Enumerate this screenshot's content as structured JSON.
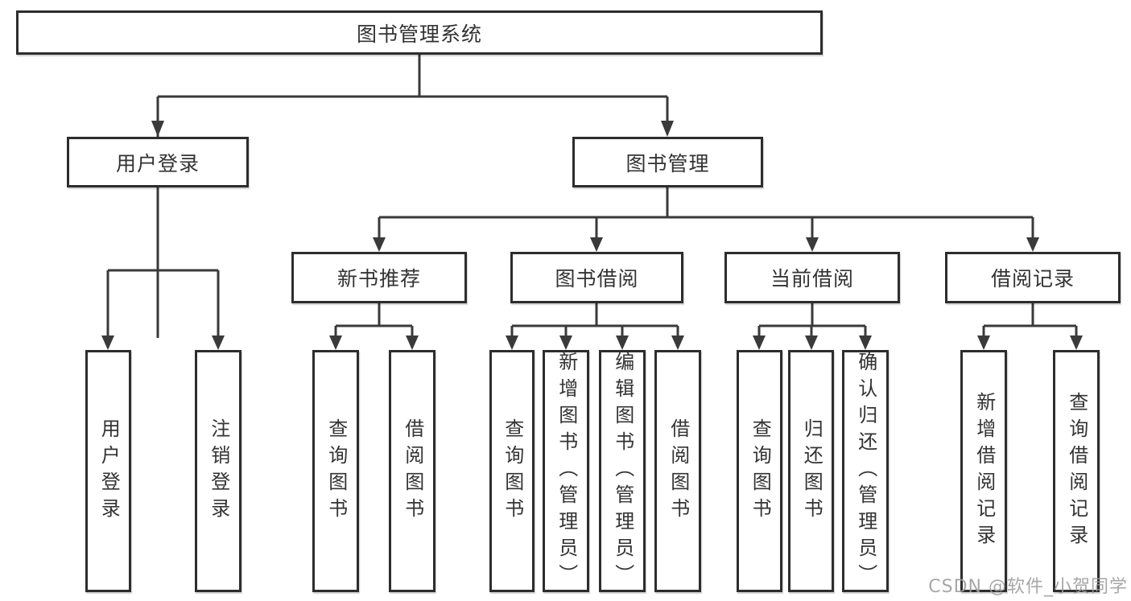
{
  "tree": {
    "label": "图书管理系统",
    "children": [
      {
        "label": "用户登录",
        "children": [
          {
            "label": "用户登录"
          },
          {
            "label": "注销登录"
          }
        ]
      },
      {
        "label": "图书管理",
        "children": [
          {
            "label": "新书推荐",
            "children": [
              {
                "label": "查询图书"
              },
              {
                "label": "借阅图书"
              }
            ]
          },
          {
            "label": "图书借阅",
            "children": [
              {
                "label": "查询图书"
              },
              {
                "label": "新增图书（管理员）"
              },
              {
                "label": "编辑图书（管理员）"
              },
              {
                "label": "借阅图书"
              }
            ]
          },
          {
            "label": "当前借阅",
            "children": [
              {
                "label": "查询图书"
              },
              {
                "label": "归还图书"
              },
              {
                "label": "确认归还（管理员）"
              }
            ]
          },
          {
            "label": "借阅记录",
            "children": [
              {
                "label": "新增借阅记录"
              },
              {
                "label": "查询借阅记录"
              }
            ]
          }
        ]
      }
    ]
  },
  "watermark": {
    "text": "CSDN @软件_小贺同学"
  },
  "colors": {
    "line": "#3a3a3a",
    "box_border": "#2d2d2d",
    "box_fill": "#ffffff",
    "text": "#333333",
    "watermark": "#9e9e9e",
    "background": "#ffffff"
  }
}
